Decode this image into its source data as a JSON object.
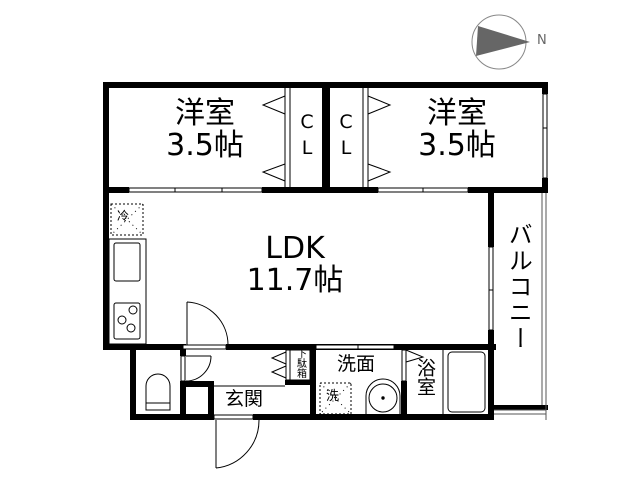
{
  "compass": {
    "label": "N",
    "icon": "north-arrow-icon"
  },
  "rooms": {
    "bedroom_west": {
      "type": "洋室",
      "size": "3.5帖"
    },
    "bedroom_east": {
      "type": "洋室",
      "size": "3.5帖"
    },
    "closet_west": {
      "label_top": "C",
      "label_bottom": "L"
    },
    "closet_east": {
      "label_top": "C",
      "label_bottom": "L"
    },
    "ldk": {
      "type": "LDK",
      "size": "11.7帖"
    },
    "balcony": {
      "label": "バルコニー"
    },
    "entrance": {
      "label": "玄関"
    },
    "washroom": {
      "label": "洗面"
    },
    "bathroom": {
      "label": "浴室"
    },
    "shoe_box": {
      "label": "下駄箱"
    }
  },
  "fixtures": {
    "fridge": "冷",
    "washer": "洗"
  },
  "colors": {
    "wall": "#000000",
    "line": "#333333",
    "compass_fill": "#666666",
    "compass_stroke": "#888888",
    "background": "#ffffff"
  }
}
